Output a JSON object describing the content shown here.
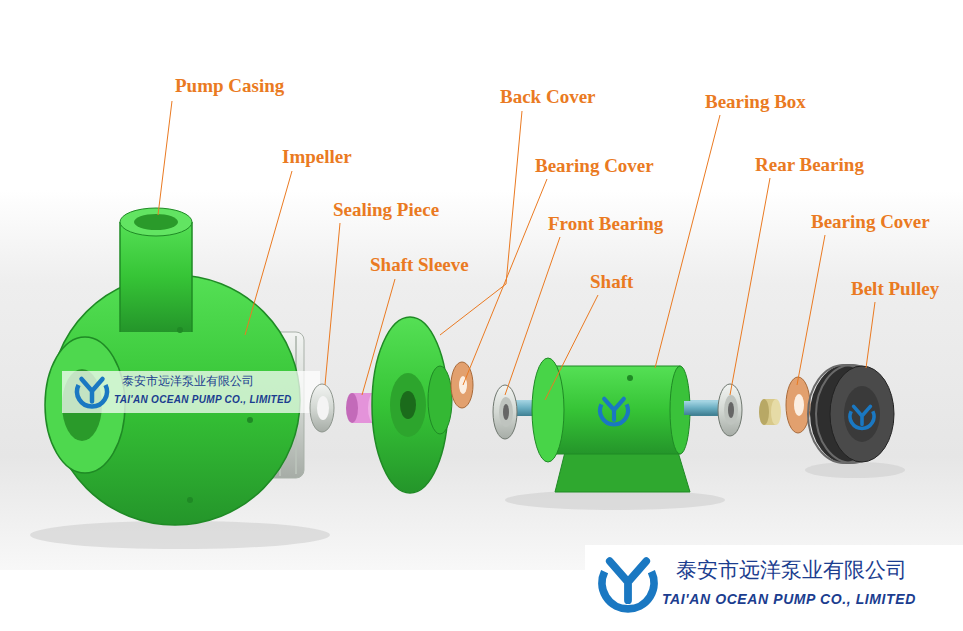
{
  "diagram": {
    "labels": [
      "Pump Casing",
      "Impeller",
      "Back Cover",
      "Bearing Box",
      "Bearing Cover",
      "Rear Bearing",
      "Sealing Piece",
      "Front Bearing",
      "Bearing Cover",
      "Shaft Sleeve",
      "Shaft",
      "Belt Pulley",
      "泰安市远洋泵业有限公司",
      "TAI'AN OCEAN PUMP CO., LIMITED",
      "泰安市远洋泵业有限公司",
      "TAI'AN OCEAN PUMP CO., LIMITED"
    ]
  }
}
